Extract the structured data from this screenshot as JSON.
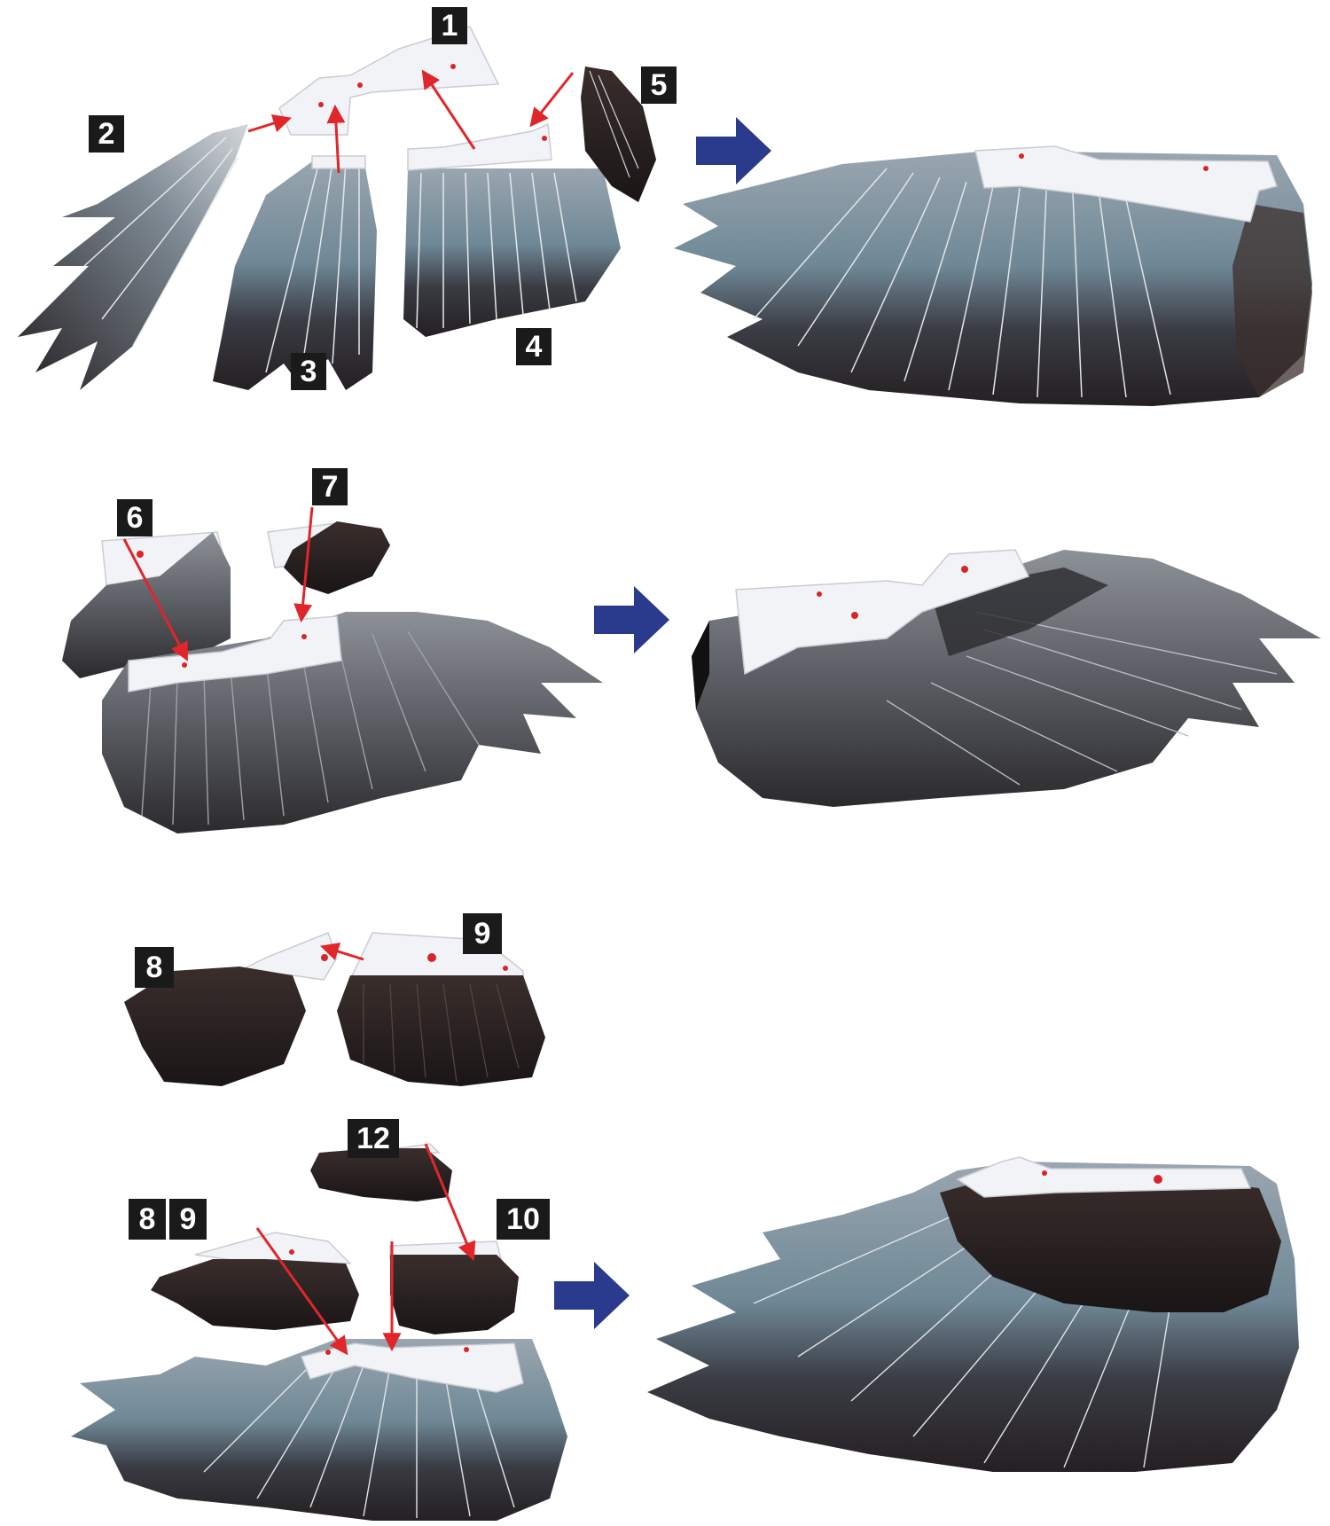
{
  "labels": {
    "l1": "1",
    "l2": "2",
    "l3": "3",
    "l4": "4",
    "l5": "5",
    "l6": "6",
    "l7": "7",
    "l8": "8",
    "l9": "9",
    "l8b": "8",
    "l9b": "9",
    "l10": "10",
    "l12": "12"
  },
  "colors": {
    "feather_dark": "#2a2426",
    "feather_mid": "#4a4f58",
    "feather_blue": "#6f8896",
    "feather_light": "#c8ccd2",
    "paper": "#f2f3f6",
    "marker_red": "#d7262b",
    "step_arrow": "#2a3a8c",
    "label_box": "#1a1a1a"
  },
  "icons": {
    "step_arrow": "right-arrow-icon",
    "connector": "red-arrow-icon",
    "marker": "red-dot-icon"
  }
}
